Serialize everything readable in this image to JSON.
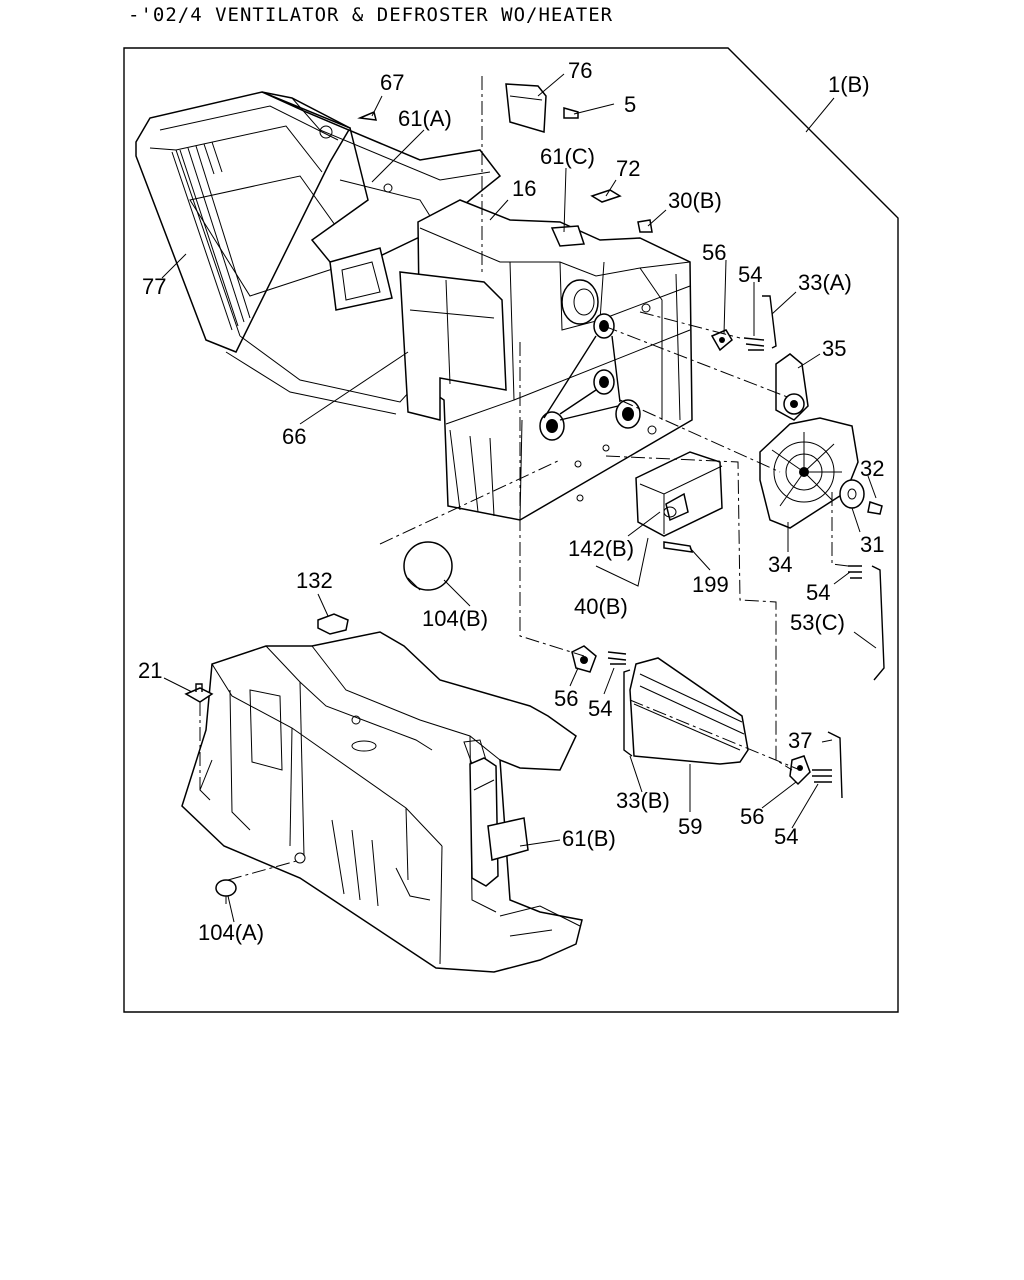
{
  "title": "-'02/4 VENTILATOR & DEFROSTER WO/HEATER",
  "callouts": [
    {
      "id": "c-1b",
      "text": "1(B)"
    },
    {
      "id": "c-76",
      "text": "76"
    },
    {
      "id": "c-5",
      "text": "5"
    },
    {
      "id": "c-67",
      "text": "67"
    },
    {
      "id": "c-61a",
      "text": "61(A)"
    },
    {
      "id": "c-61c",
      "text": "61(C)"
    },
    {
      "id": "c-72",
      "text": "72"
    },
    {
      "id": "c-16",
      "text": "16"
    },
    {
      "id": "c-30b",
      "text": "30(B)"
    },
    {
      "id": "c-77",
      "text": "77"
    },
    {
      "id": "c-56a",
      "text": "56"
    },
    {
      "id": "c-54a",
      "text": "54"
    },
    {
      "id": "c-33a",
      "text": "33(A)"
    },
    {
      "id": "c-35",
      "text": "35"
    },
    {
      "id": "c-66",
      "text": "66"
    },
    {
      "id": "c-32",
      "text": "32"
    },
    {
      "id": "c-31",
      "text": "31"
    },
    {
      "id": "c-142b",
      "text": "142(B)"
    },
    {
      "id": "c-199",
      "text": "199"
    },
    {
      "id": "c-34",
      "text": "34"
    },
    {
      "id": "c-54b",
      "text": "54"
    },
    {
      "id": "c-40b",
      "text": "40(B)"
    },
    {
      "id": "c-53c",
      "text": "53(C)"
    },
    {
      "id": "c-104b",
      "text": "104(B)"
    },
    {
      "id": "c-132",
      "text": "132"
    },
    {
      "id": "c-21",
      "text": "21"
    },
    {
      "id": "c-56b",
      "text": "56"
    },
    {
      "id": "c-54c",
      "text": "54"
    },
    {
      "id": "c-37",
      "text": "37"
    },
    {
      "id": "c-33b",
      "text": "33(B)"
    },
    {
      "id": "c-59",
      "text": "59"
    },
    {
      "id": "c-56c",
      "text": "56"
    },
    {
      "id": "c-54d",
      "text": "54"
    },
    {
      "id": "c-61b",
      "text": "61(B)"
    },
    {
      "id": "c-104a",
      "text": "104(A)"
    }
  ]
}
